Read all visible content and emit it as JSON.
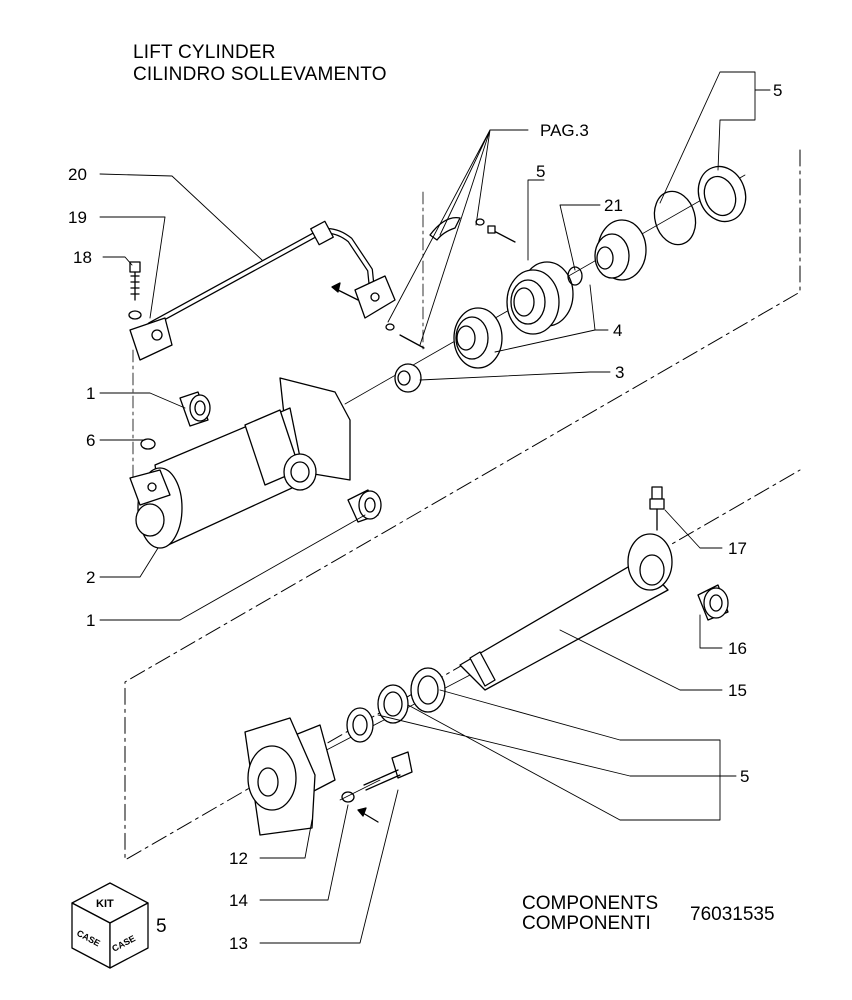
{
  "title": {
    "line1": "LIFT CYLINDER",
    "line2": "CILINDRO SOLLEVAMENTO"
  },
  "footer": {
    "line1": "COMPONENTS",
    "line2": "COMPONENTI",
    "code": "76031535"
  },
  "kit": {
    "badge": "KIT",
    "brand": "CASE",
    "number": "5"
  },
  "callouts": {
    "pag3": "PAG.3",
    "c20": "20",
    "c19": "19",
    "c18": "18",
    "c1a": "1",
    "c6": "6",
    "c2": "2",
    "c1b": "1",
    "c5a": "5",
    "c5b": "5",
    "c21": "21",
    "c4": "4",
    "c3": "3",
    "c17": "17",
    "c16": "16",
    "c15": "15",
    "c5c": "5",
    "c12": "12",
    "c14": "14",
    "c13": "13"
  }
}
